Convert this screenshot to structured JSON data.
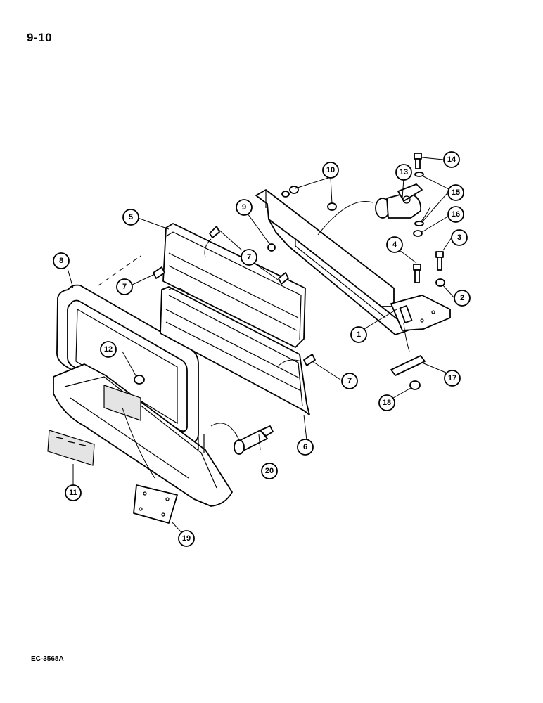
{
  "page": {
    "number": "9-10",
    "reference_code": "EC-3568A"
  },
  "callouts": [
    {
      "label": "1"
    },
    {
      "label": "2"
    },
    {
      "label": "3"
    },
    {
      "label": "4"
    },
    {
      "label": "5"
    },
    {
      "label": "6"
    },
    {
      "label": "7"
    },
    {
      "label": "7"
    },
    {
      "label": "7"
    },
    {
      "label": "7"
    },
    {
      "label": "8"
    },
    {
      "label": "9"
    },
    {
      "label": "10"
    },
    {
      "label": "11"
    },
    {
      "label": "12"
    },
    {
      "label": "13"
    },
    {
      "label": "14"
    },
    {
      "label": "15"
    },
    {
      "label": "16"
    },
    {
      "label": "17"
    },
    {
      "label": "18"
    },
    {
      "label": "19"
    },
    {
      "label": "20"
    }
  ]
}
